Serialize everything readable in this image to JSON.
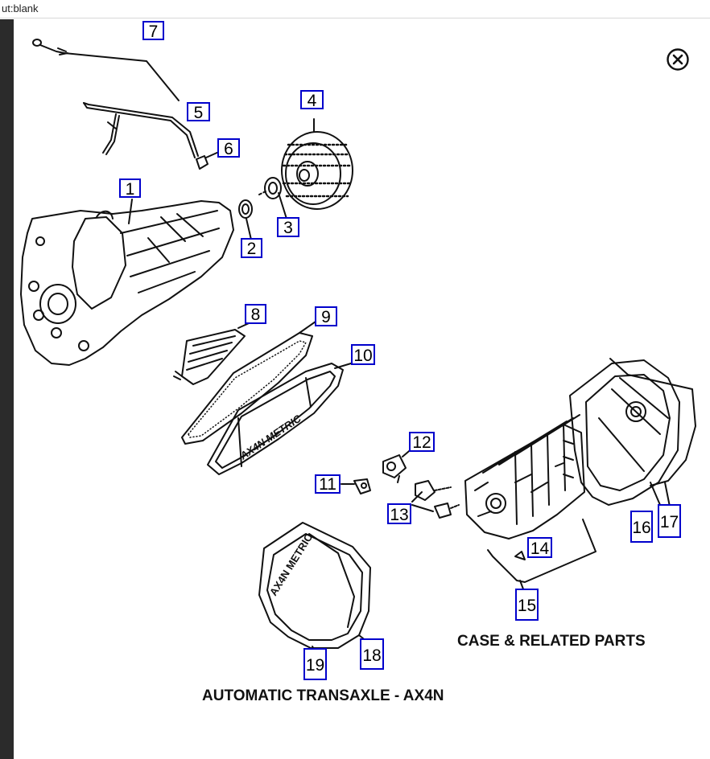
{
  "browser": {
    "address": "ut:blank"
  },
  "viewer": {
    "close_icon": "close-circle-icon"
  },
  "diagram": {
    "title": "AUTOMATIC TRANSAXLE - AX4N",
    "section_caption": "CASE & RELATED PARTS",
    "pan_text": "AX4N METRIC",
    "callouts": [
      "1",
      "2",
      "3",
      "4",
      "5",
      "6",
      "7",
      "8",
      "9",
      "10",
      "11",
      "12",
      "13",
      "14",
      "15",
      "16",
      "17",
      "18",
      "19"
    ],
    "callout_color": "#0000cc"
  }
}
